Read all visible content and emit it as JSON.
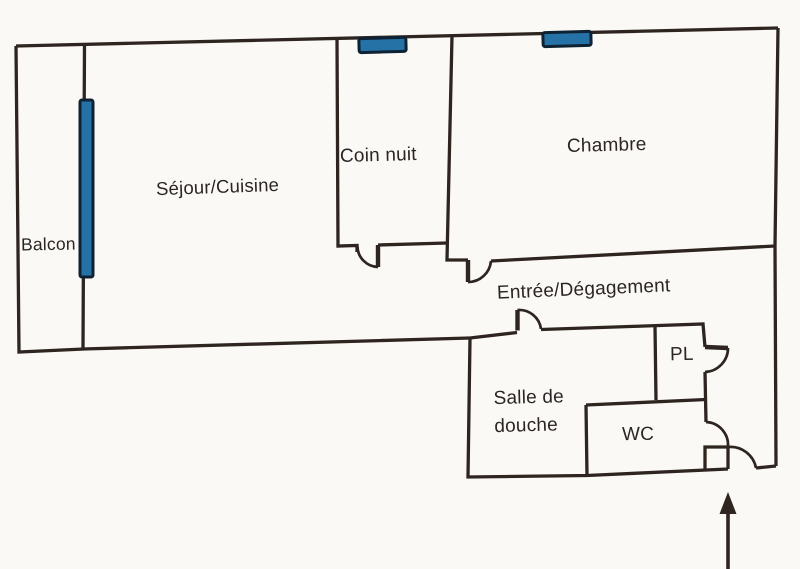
{
  "colors": {
    "background": "#fbf9f6",
    "wall": "#2e2521",
    "window_fill": "#2472a6",
    "window_border": "#0f2233",
    "text": "#2b2526"
  },
  "rooms": [
    {
      "id": "balcon",
      "label": "Balcon"
    },
    {
      "id": "sejour_cuisine",
      "label": "Séjour/Cuisine"
    },
    {
      "id": "coin_nuit",
      "label": "Coin nuit"
    },
    {
      "id": "chambre",
      "label": "Chambre"
    },
    {
      "id": "entree_degagement",
      "label": "Entrée/Dégagement"
    },
    {
      "id": "salle_de_douche",
      "label": "Salle de douche"
    },
    {
      "id": "wc",
      "label": "WC"
    },
    {
      "id": "pl",
      "label": "PL"
    }
  ],
  "windows": [
    {
      "id": "balcon-window"
    },
    {
      "id": "coin-nuit-window"
    },
    {
      "id": "chambre-window"
    }
  ],
  "doors": [
    {
      "id": "coin-nuit-door"
    },
    {
      "id": "chambre-door"
    },
    {
      "id": "salle-de-douche-door"
    },
    {
      "id": "pl-door"
    },
    {
      "id": "wc-door"
    },
    {
      "id": "entrance-door"
    }
  ],
  "entrance": {
    "arrow_icon": "arrow-up"
  }
}
